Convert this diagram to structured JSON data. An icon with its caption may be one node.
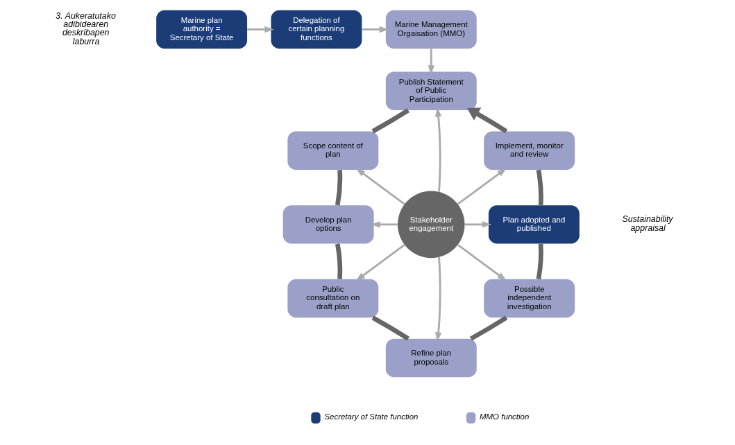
{
  "diagram": {
    "nodes": [
      {
        "text": [
          "Marine plan authority = Secretary of State"
        ]
      },
      {
        "text": [
          "Delegation of certain planning functions"
        ]
      },
      {
        "text": [
          "Marine Management Orgaisation (MMO)"
        ]
      },
      {
        "text": [
          "Publish Statement of Public Participation"
        ]
      },
      {
        "text": [
          "Scope content of plan"
        ]
      },
      {
        "text": [
          "Develop plan options"
        ]
      },
      {
        "text": [
          "Public consultation on draft plan"
        ]
      },
      {
        "text": [
          "Refine plan proposals"
        ]
      },
      {
        "text": [
          "Possible independent investigation"
        ]
      },
      {
        "text": [
          "Plan adopted and published"
        ]
      },
      {
        "text": [
          "Implement, monitor and review"
        ]
      },
      {
        "text": [
          "Stakeholder engagement"
        ]
      }
    ],
    "edges": [
      {
        "from": 0,
        "to": 1,
        "arrow": "to"
      },
      {
        "from": 1,
        "to": 2,
        "arrow": "to"
      },
      {
        "from": 2,
        "to": 3,
        "arrow": "to"
      },
      {
        "from": 3,
        "to": 4,
        "arrow": "none",
        "style": "thick",
        "color": "#666666"
      },
      {
        "from": 4,
        "to": 5,
        "arrow": "none",
        "style": "thick",
        "color": "#666666"
      },
      {
        "from": 5,
        "to": 6,
        "arrow": "none",
        "style": "thick",
        "color": "#666666"
      },
      {
        "from": 6,
        "to": 7,
        "arrow": "none",
        "style": "thick",
        "color": "#666666"
      },
      {
        "from": 7,
        "to": 8,
        "arrow": "none",
        "style": "thick",
        "color": "#666666"
      },
      {
        "from": 8,
        "to": 9,
        "arrow": "none",
        "style": "thick",
        "color": "#666666"
      },
      {
        "from": 9,
        "to": 10,
        "arrow": "none",
        "style": "thick",
        "color": "#666666"
      },
      {
        "from": 10,
        "to": 3,
        "arrow": "to",
        "style": "thick",
        "color": "#666666"
      },
      {
        "from": 11,
        "to": 3,
        "arrow": "to"
      },
      {
        "from": 11,
        "to": 4,
        "arrow": "to"
      },
      {
        "from": 11,
        "to": 5,
        "arrow": "to"
      },
      {
        "from": 11,
        "to": 6,
        "arrow": "to"
      },
      {
        "from": 11,
        "to": 7,
        "arrow": "to"
      },
      {
        "from": 11,
        "to": 8,
        "arrow": "to"
      },
      {
        "from": 11,
        "to": 9,
        "arrow": "to"
      },
      {
        "from": 11,
        "to": 10,
        "arrow": "to"
      }
    ],
    "labels": [
      "3. Aukeratutako adibidearen deskribapen laburra",
      "Sustainability appraisal"
    ],
    "legend": [
      {
        "text": "Secretary of State function",
        "color": "#1c3c78"
      },
      {
        "text": "MMO function",
        "color": "#9aa0c8"
      }
    ]
  }
}
